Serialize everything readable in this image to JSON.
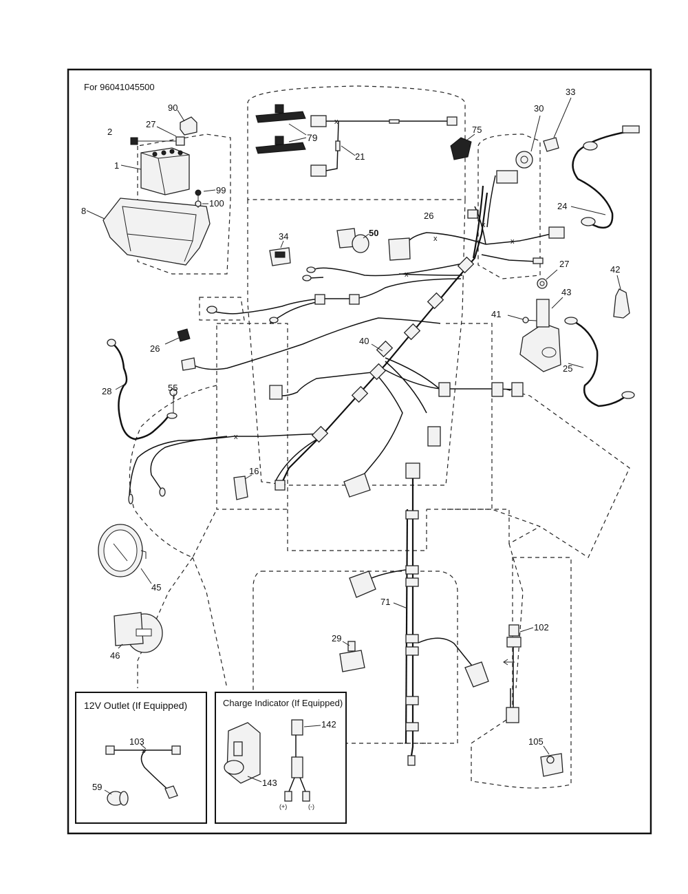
{
  "header": {
    "title": "For 96041045500"
  },
  "insets": {
    "outlet": {
      "title": "12V Outlet (If Equipped)"
    },
    "charge": {
      "title": "Charge Indicator (If Equipped)",
      "plus": "(+)",
      "minus": "(-)"
    }
  },
  "callouts": [
    "90",
    "27",
    "2",
    "1",
    "8",
    "99",
    "100",
    "79",
    "21",
    "75",
    "30",
    "33",
    "24",
    "26",
    "34",
    "50",
    "27",
    "42",
    "43",
    "41",
    "25",
    "40",
    "26",
    "28",
    "55",
    "16",
    "45",
    "71",
    "102",
    "46",
    "29",
    "105",
    "103",
    "59",
    "142",
    "143"
  ]
}
